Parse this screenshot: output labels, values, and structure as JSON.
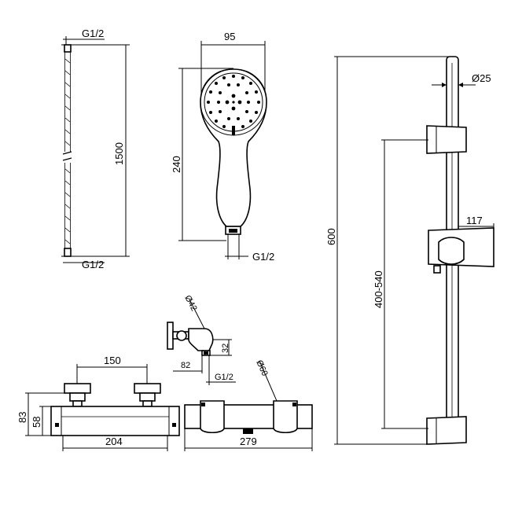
{
  "labels": {
    "hose_top": "G1/2",
    "hose_bottom": "G1/2",
    "hose_length": "1500",
    "handset_width": "95",
    "handset_height": "240",
    "handset_thread": "G1/2",
    "rail_diameter": "Ø25",
    "rail_length": "600",
    "bracket_width": "117",
    "bracket_range": "400-540",
    "valve_centres": "150",
    "valve_height_total": "83",
    "valve_height_body": "58",
    "valve_width_front": "204",
    "valve_width_back": "279",
    "elbow_diameter": "Ø42",
    "elbow_height": "32",
    "elbow_depth": "82",
    "elbow_thread": "G1/2",
    "handle_diameter": "Ø60"
  }
}
